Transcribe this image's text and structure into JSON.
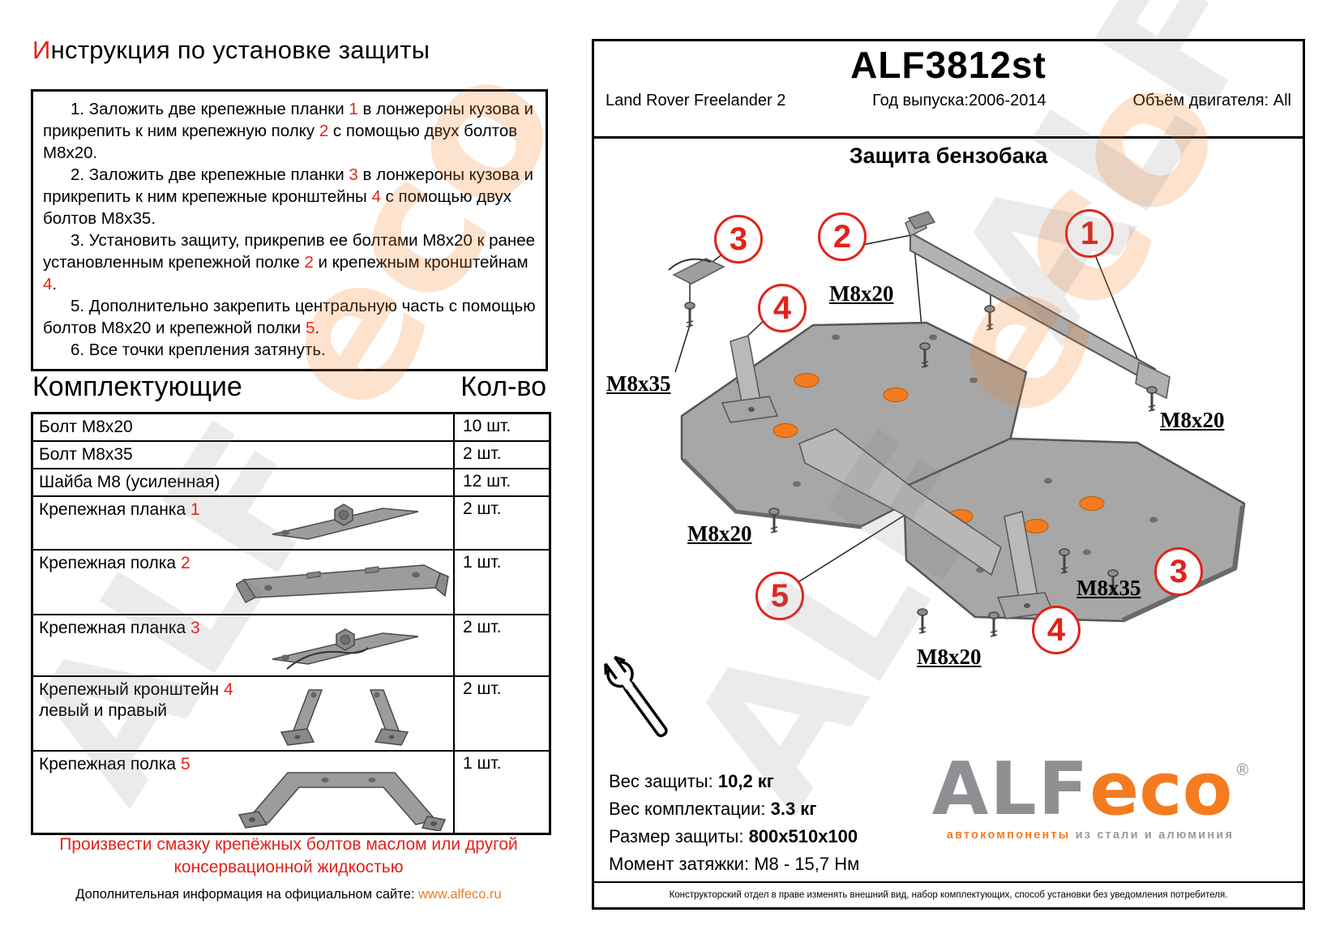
{
  "left": {
    "title_first": "И",
    "title_rest": "нструкция по установке защиты",
    "instructions": [
      [
        {
          "t": "1. Заложить две крепежные планки "
        },
        {
          "t": "1",
          "r": true
        },
        {
          "t": " в лонжероны кузова и прикрепить к ним крепежную полку "
        },
        {
          "t": "2",
          "r": true
        },
        {
          "t": " с помощью двух болтов М8х20."
        }
      ],
      [
        {
          "t": "2. Заложить две крепежные планки "
        },
        {
          "t": "3",
          "r": true
        },
        {
          "t": " в лонжероны кузова и прикрепить к ним крепежные кронштейны "
        },
        {
          "t": "4",
          "r": true
        },
        {
          "t": " с помощью двух болтов М8х35."
        }
      ],
      [
        {
          "t": "3. Установить защиту, прикрепив ее болтами М8х20 к ранее установленным крепежной полке "
        },
        {
          "t": "2",
          "r": true
        },
        {
          "t": " и крепежным кронштейнам "
        },
        {
          "t": "4",
          "r": true
        },
        {
          "t": "."
        }
      ],
      [
        {
          "t": "5. Дополнительно закрепить центральную часть с помощью болтов М8х20 и крепежной полки "
        },
        {
          "t": "5",
          "r": true
        },
        {
          "t": "."
        }
      ],
      [
        {
          "t": "6. Все точки крепления затянуть."
        }
      ]
    ],
    "components_header": "Комплектующие",
    "qty_header": "Кол-во",
    "parts": [
      {
        "name": "Болт М8х20",
        "qty": "10 шт."
      },
      {
        "name": "Болт М8х35",
        "qty": "2 шт."
      },
      {
        "name": "Шайба М8 (усиленная)",
        "qty": "12 шт."
      },
      {
        "name": "Крепежная планка ",
        "num": "1",
        "qty": "2 шт."
      },
      {
        "name": "Крепежная полка ",
        "num": "2",
        "qty": "1 шт."
      },
      {
        "name": "Крепежная планка ",
        "num": "3",
        "qty": "2 шт."
      },
      {
        "name": "Крепежный кронштейн ",
        "num": "4",
        "name2": "левый и правый",
        "qty": "2 шт."
      },
      {
        "name": "Крепежная полка ",
        "num": "5",
        "qty": "1 шт."
      }
    ],
    "note": "Произвести смазку крепёжных болтов маслом или другой консервационной жидкостью",
    "site_text": "Дополнительная информация на официальном сайте: ",
    "site_link": "www.alfeco.ru"
  },
  "right": {
    "part_code": "ALF3812st",
    "car_model": "Land Rover Freelander 2",
    "production_years": "Год выпуска:2006-2014",
    "engine_volume": "Объём двигателя: All",
    "diagram_title": "Защита бензобака",
    "callouts": [
      {
        "n": "1"
      },
      {
        "n": "2"
      },
      {
        "n": "3"
      },
      {
        "n": "4"
      },
      {
        "n": "5"
      },
      {
        "n": "3"
      },
      {
        "n": "4"
      }
    ],
    "bolt_labels": [
      {
        "text": "М8х20"
      },
      {
        "text": "М8х35"
      },
      {
        "text": "М8х20"
      },
      {
        "text": "М8х20"
      },
      {
        "text": "М8х35"
      },
      {
        "text": "М8х20"
      }
    ],
    "specs": [
      {
        "label": "Вес защиты: ",
        "value": "10,2 кг"
      },
      {
        "label": "Вес комплектации: ",
        "value": "3.3 кг"
      },
      {
        "label": "Размер защиты: ",
        "value": "800х510х100"
      },
      {
        "label": "Момент затяжки:  ",
        "value": "М8 - 15,7 Нм"
      }
    ],
    "logo": {
      "part1": "ALF",
      "part2": "eco",
      "reg": "®",
      "tagline_orange": "автокомпоненты",
      "tagline_gray": " из стали и алюминия"
    },
    "disclaimer": "Конструкторский отдел в праве изменять внешний вид, набор комплектующих, способ установки без уведомления потребителя."
  },
  "watermark": {
    "part1": "ALF ",
    "part2": "eco"
  },
  "colors": {
    "red": "#e2231a",
    "orange": "#f47b20"
  }
}
